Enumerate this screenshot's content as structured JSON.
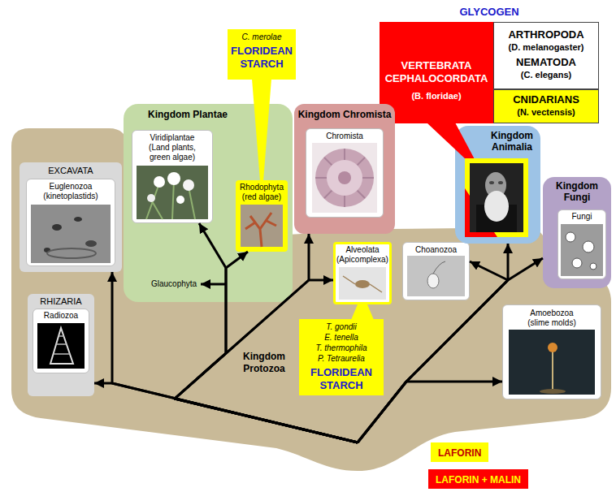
{
  "diagram": {
    "nodes": [
      {
        "text": [
          "GLYCOGEN"
        ]
      },
      {
        "text": [
          "VERTEBRATA CEPHALOCORDATA",
          "(B. floridae)"
        ],
        "in": 0
      },
      {
        "text": [
          "ARTHROPODA",
          "(D. melanogaster)",
          "NEMATODA",
          "(C. elegans)"
        ],
        "in": 0
      },
      {
        "text": [
          "CNIDARIANS",
          "(N. vectensis)"
        ],
        "in": 0
      },
      {
        "text": [
          "C. merolae",
          "FLORIDEAN STARCH"
        ]
      },
      {
        "text": [
          "Kingdom Protozoa"
        ]
      },
      {
        "text": [
          "EXCAVATA"
        ],
        "in": 5
      },
      {
        "text": [
          "Euglenozoa (kinetoplastids)"
        ],
        "in": 6
      },
      {
        "text": [
          "RHIZARIA"
        ],
        "in": 5
      },
      {
        "text": [
          "Radiozoa"
        ],
        "in": 8
      },
      {
        "text": [
          "Kingdom Plantae"
        ]
      },
      {
        "text": [
          "Viridiplantae (Land plants, green algae)"
        ],
        "in": 10
      },
      {
        "text": [
          "Rhodophyta (red algae)"
        ],
        "in": 10
      },
      {
        "text": [
          "Kingdom Chromista"
        ]
      },
      {
        "text": [
          "Chromista"
        ],
        "in": 13
      },
      {
        "text": [
          "Alveolata (Apicomplexa)"
        ],
        "in": 5
      },
      {
        "text": [
          "T. gondii",
          "E. tenella",
          "T. thermophila",
          "P. Tetraurelia",
          "FLORIDEAN STARCH"
        ],
        "in": 5
      },
      {
        "text": [
          "Choanozoa"
        ],
        "in": 5
      },
      {
        "text": [
          "Kingdom Animalia"
        ]
      },
      {
        "text": [
          "Kingdom Fungi"
        ]
      },
      {
        "text": [
          "Fungi"
        ],
        "in": 19
      },
      {
        "text": [
          "Amoebozoa (slime molds)"
        ],
        "in": 5
      }
    ],
    "edges": [
      {
        "from": 5,
        "to": 8,
        "arrow": "to"
      },
      {
        "from": 5,
        "to": 6,
        "arrow": "to"
      },
      {
        "from": 5,
        "to": 11,
        "arrow": "to"
      },
      {
        "from": 5,
        "to": 12,
        "arrow": "to"
      },
      {
        "from": 5,
        "to": 13,
        "arrow": "to"
      },
      {
        "from": 5,
        "to": 15,
        "arrow": "to"
      },
      {
        "from": 5,
        "to": 17,
        "arrow": "to"
      },
      {
        "from": 5,
        "to": 18,
        "arrow": "to"
      },
      {
        "from": 5,
        "to": 19,
        "arrow": "to"
      },
      {
        "from": 5,
        "to": 21,
        "arrow": "to"
      }
    ],
    "labels": [
      "Glaucophyta"
    ],
    "legend": [
      {
        "text": "LAFORIN",
        "color": "#ffff00"
      },
      {
        "text": "LAFORIN + MALIN",
        "color": "#ff0000"
      }
    ]
  }
}
